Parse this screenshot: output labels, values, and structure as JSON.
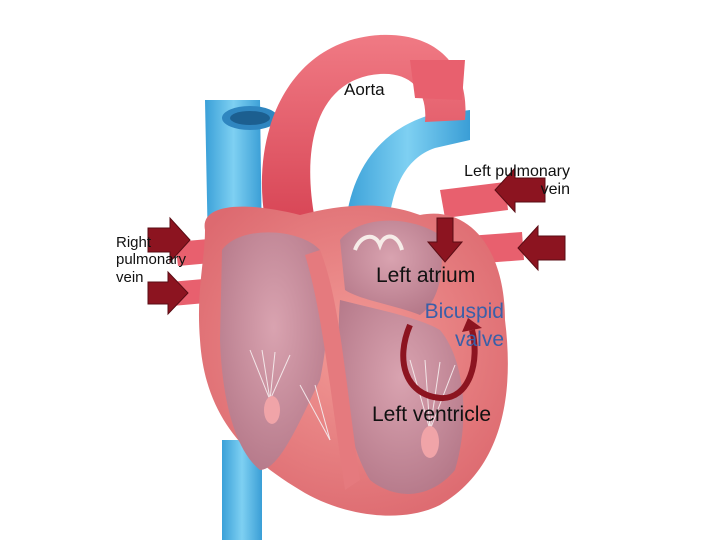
{
  "labels": {
    "aorta": "Aorta",
    "left_pulmonary_vein": "Left pulmonary\nvein",
    "right_pulmonary_vein": "Right\npulmonary\nvein",
    "left_atrium": "Left atrium",
    "bicuspid_valve": "Bicuspid\nvalve",
    "left_ventricle": "Left ventricle"
  },
  "colors": {
    "vena_cava": "#5cc0e8",
    "aorta": "#e85a68",
    "heart_wall": "#e98585",
    "chamber": "#c98c9c",
    "arrow": "#8c1420",
    "label_blue": "#3a5fa8"
  }
}
